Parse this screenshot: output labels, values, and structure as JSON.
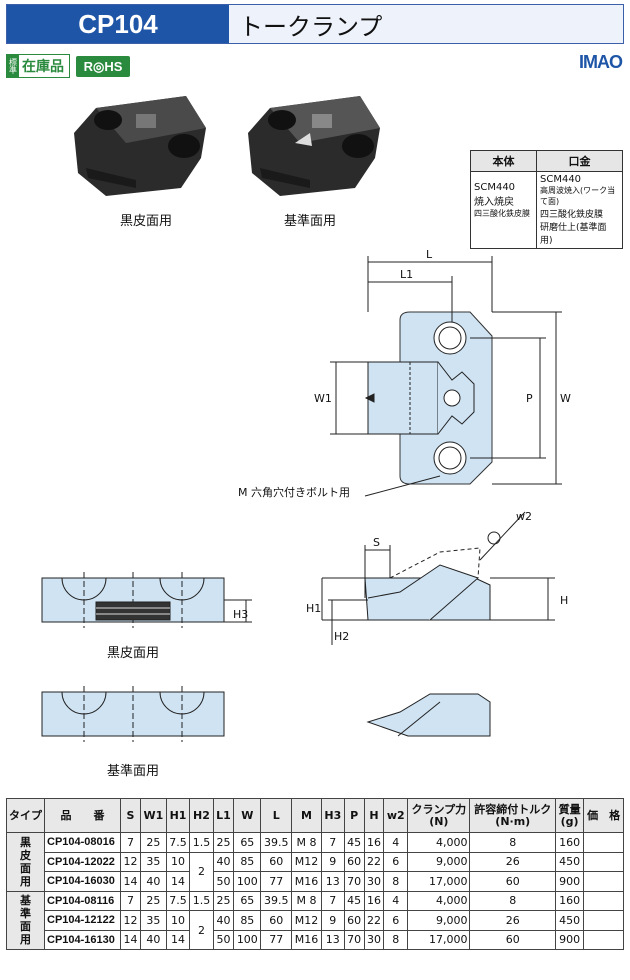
{
  "header": {
    "code": "CP104",
    "name": "トークランプ"
  },
  "badges": {
    "std_small": "標準",
    "std_big": "在庫品",
    "rohs": "R◎HS"
  },
  "brand": "IMAO",
  "photos": {
    "left_caption": "黒皮面用",
    "right_caption": "基準面用"
  },
  "material": {
    "headers": [
      "本体",
      "口金"
    ],
    "body": [
      "SCM440",
      "焼入焼戻",
      "四三酸化鉄皮膜"
    ],
    "jaw": [
      "SCM440",
      "高周波焼入(ワーク当て面)",
      "四三酸化鉄皮膜",
      "研磨仕上(基準面用)"
    ]
  },
  "drawing": {
    "labels": {
      "L": "L",
      "L1": "L1",
      "W1": "W1",
      "P": "P",
      "W": "W",
      "M": "M 六角穴付きボルト用",
      "S": "S",
      "H1": "H1",
      "H2": "H2",
      "H3": "H3",
      "H": "H",
      "w2": "w2"
    },
    "caption_black": "黒皮面用",
    "caption_ref": "基準面用"
  },
  "spec": {
    "headers": [
      "タイプ",
      "品　　番",
      "S",
      "W1",
      "H1",
      "H2",
      "L1",
      "W",
      "L",
      "M",
      "H3",
      "P",
      "H",
      "w2",
      "クランプ力\n(N)",
      "許容締付トルク\n(N·m)",
      "質量\n(g)",
      "価　格"
    ],
    "groups": [
      {
        "type": "黒皮面用",
        "rows": [
          [
            "CP104-08016",
            "7",
            "25",
            "7.5",
            "1.5",
            "25",
            "65",
            "39.5",
            "M 8",
            "7",
            "45",
            "16",
            "4",
            "4,000",
            "8",
            "160",
            ""
          ],
          [
            "CP104-12022",
            "12",
            "35",
            "10",
            "2",
            "40",
            "85",
            "60",
            "M12",
            "9",
            "60",
            "22",
            "6",
            "9,000",
            "26",
            "450",
            ""
          ],
          [
            "CP104-16030",
            "14",
            "40",
            "14",
            "",
            "50",
            "100",
            "77",
            "M16",
            "13",
            "70",
            "30",
            "8",
            "17,000",
            "60",
            "900",
            ""
          ]
        ]
      },
      {
        "type": "基準面用",
        "rows": [
          [
            "CP104-08116",
            "7",
            "25",
            "7.5",
            "1.5",
            "25",
            "65",
            "39.5",
            "M 8",
            "7",
            "45",
            "16",
            "4",
            "4,000",
            "8",
            "160",
            ""
          ],
          [
            "CP104-12122",
            "12",
            "35",
            "10",
            "2",
            "40",
            "85",
            "60",
            "M12",
            "9",
            "60",
            "22",
            "6",
            "9,000",
            "26",
            "450",
            ""
          ],
          [
            "CP104-16130",
            "14",
            "40",
            "14",
            "",
            "50",
            "100",
            "77",
            "M16",
            "13",
            "70",
            "30",
            "8",
            "17,000",
            "60",
            "900",
            ""
          ]
        ]
      }
    ]
  }
}
